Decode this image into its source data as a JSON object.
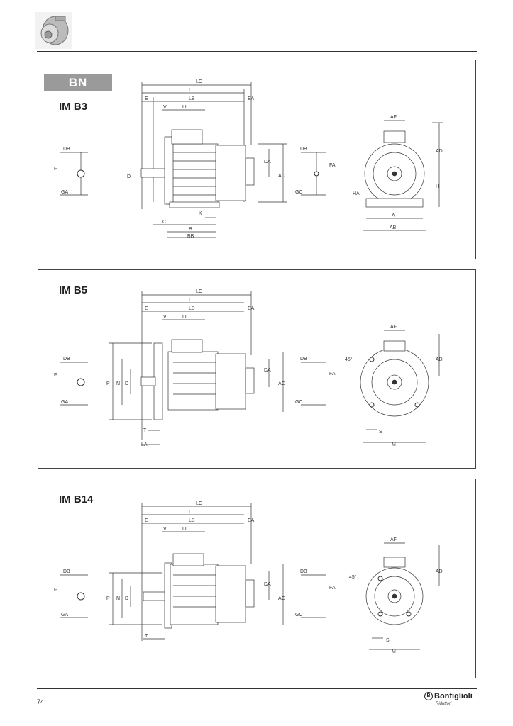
{
  "header": {
    "logo_icon": "motor-thumbnail-icon"
  },
  "badge": {
    "label": "BN"
  },
  "sections": [
    {
      "title": "IM B3"
    },
    {
      "title": "IM B5"
    },
    {
      "title": "IM B14"
    }
  ],
  "dims": {
    "LC": "LC",
    "L": "L",
    "E": "E",
    "LB": "LB",
    "EA": "EA",
    "V": "V",
    "LL": "LL",
    "DB": "DB",
    "F": "F",
    "GA": "GA",
    "D": "D",
    "DA": "DA",
    "AC": "AC",
    "FA": "FA",
    "GC": "GC",
    "AF": "AF",
    "AD": "AD",
    "H": "H",
    "HA": "HA",
    "A": "A",
    "AB": "AB",
    "K": "K",
    "C": "C",
    "B": "B",
    "BB": "BB",
    "P": "P",
    "N": "N",
    "T": "T",
    "LA": "LA",
    "S": "S",
    "M": "M",
    "angle": "45°"
  },
  "footer": {
    "page_number": "74",
    "brand": "Bonfiglioli",
    "brand_sub": "Riduttori"
  }
}
